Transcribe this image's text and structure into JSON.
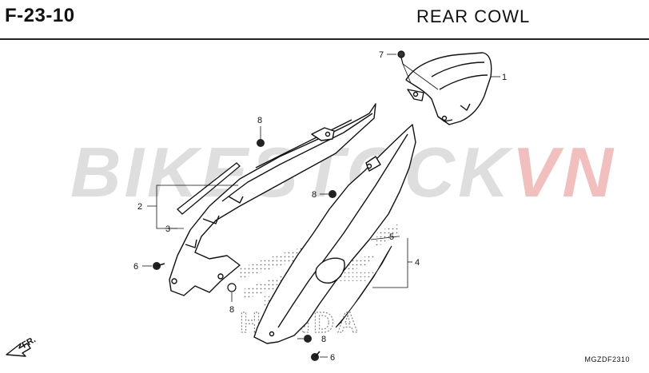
{
  "header": {
    "code": "F-23-10",
    "title": "REAR  COWL"
  },
  "watermark": {
    "part_a": "BIKESTOCK",
    "part_b": "VN",
    "color_a": "#9b9b9b",
    "color_b": "#d83a3a"
  },
  "brand_mark": {
    "text": "HONDA"
  },
  "front_indicator": {
    "label": "FR."
  },
  "drawing_code": "MGZDF2310",
  "callouts": [
    {
      "id": "c1",
      "number": "1"
    },
    {
      "id": "c2",
      "number": "2"
    },
    {
      "id": "c3",
      "number": "3"
    },
    {
      "id": "c4",
      "number": "4"
    },
    {
      "id": "c5",
      "number": "5"
    },
    {
      "id": "c6a",
      "number": "6"
    },
    {
      "id": "c6b",
      "number": "6"
    },
    {
      "id": "c7",
      "number": "7"
    },
    {
      "id": "c8a",
      "number": "8"
    },
    {
      "id": "c8b",
      "number": "8"
    },
    {
      "id": "c8c",
      "number": "8"
    },
    {
      "id": "c8d",
      "number": "8"
    }
  ]
}
